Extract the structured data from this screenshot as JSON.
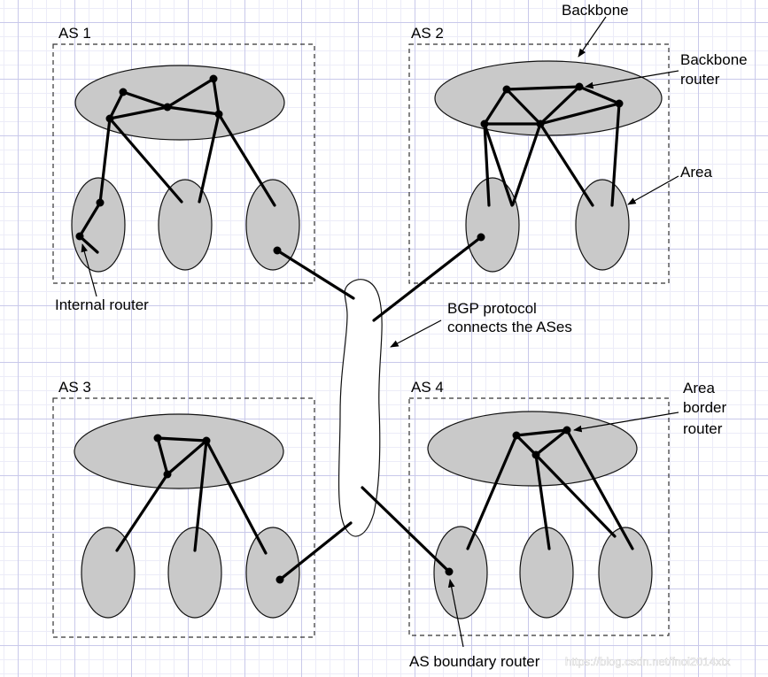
{
  "autonomous_systems": [
    {
      "id": "as1",
      "label": "AS 1"
    },
    {
      "id": "as2",
      "label": "AS 2"
    },
    {
      "id": "as3",
      "label": "AS 3"
    },
    {
      "id": "as4",
      "label": "AS 4"
    }
  ],
  "callouts": {
    "backbone": "Backbone",
    "backbone_router_line1": "Backbone",
    "backbone_router_line2": "router",
    "area": "Area",
    "internal_router": "Internal router",
    "bgp_line1": "BGP protocol",
    "bgp_line2": "connects the ASes",
    "area_border_router_line1": "Area",
    "area_border_router_line2": "border",
    "area_border_router_line3": "router",
    "as_boundary_router": "AS boundary router"
  },
  "watermark": "https://blog.csdn.net/fnoi2014xtx",
  "colors": {
    "region_fill": "#c9c9c9",
    "grid_major": "#c9c9ea",
    "grid_minor": "#ececf8",
    "link": "#000000"
  }
}
